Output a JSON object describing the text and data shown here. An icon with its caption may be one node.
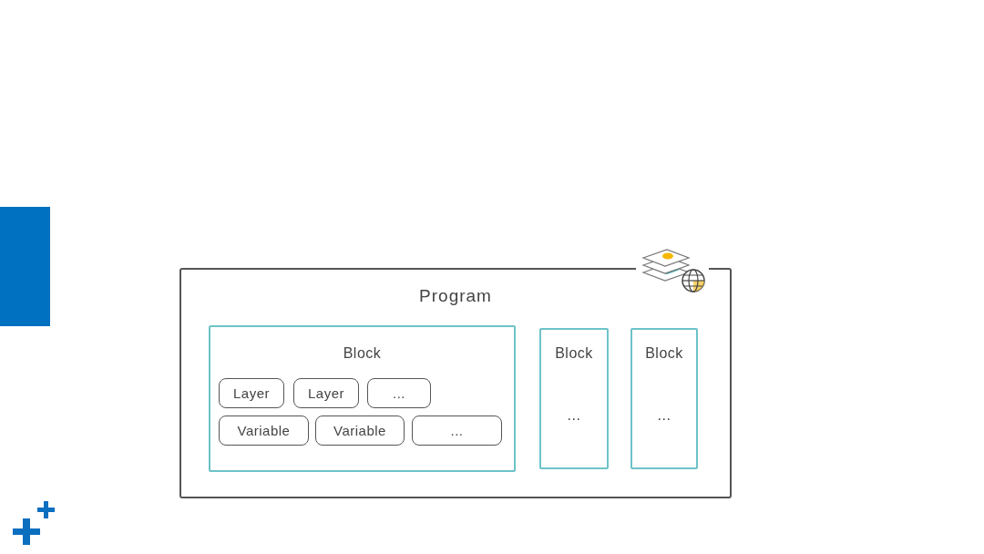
{
  "diagram": {
    "nodes": [
      {
        "text": [
          "Program"
        ]
      },
      {
        "text": [
          "Block"
        ],
        "in": 0
      },
      {
        "text": [
          "Layer"
        ],
        "in": 1
      },
      {
        "text": [
          "Layer"
        ],
        "in": 1
      },
      {
        "text": [
          "..."
        ],
        "in": 1
      },
      {
        "text": [
          "Variable"
        ],
        "in": 1
      },
      {
        "text": [
          "Variable"
        ],
        "in": 1
      },
      {
        "text": [
          "..."
        ],
        "in": 1
      },
      {
        "text": [
          "Block",
          "..."
        ],
        "in": 0
      },
      {
        "text": [
          "Block",
          "..."
        ],
        "in": 0
      }
    ],
    "edges": []
  }
}
